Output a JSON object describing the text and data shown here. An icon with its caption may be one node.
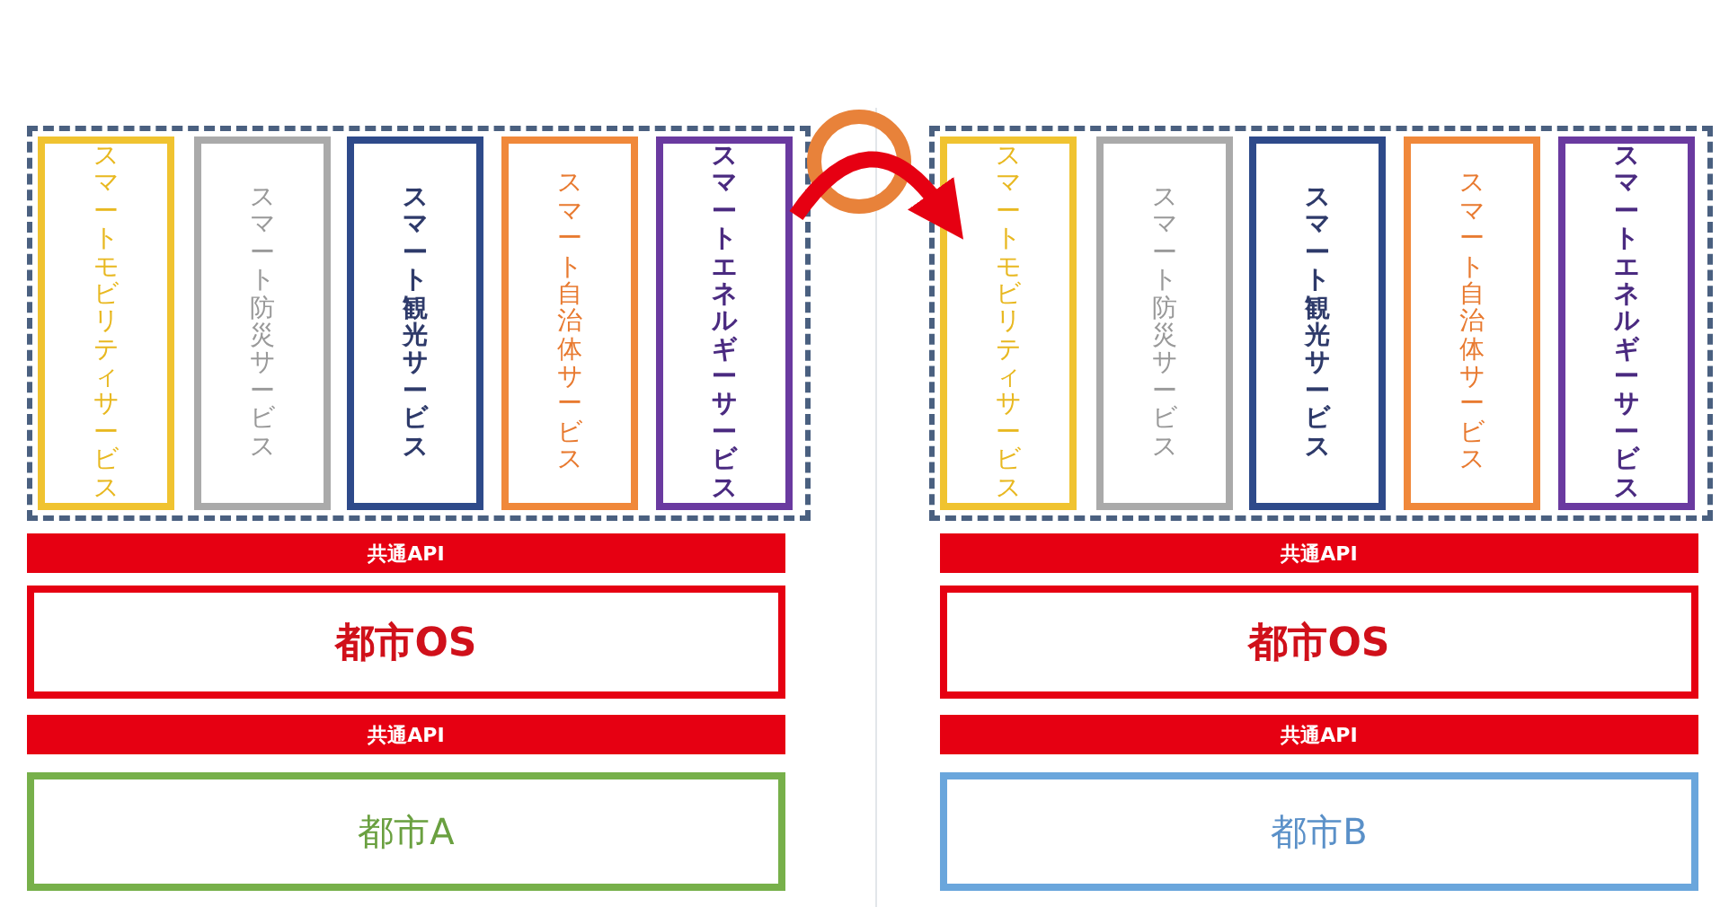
{
  "diagram": {
    "nodes": [
      {
        "text": [],
        "shape": "box"
      },
      {
        "text": [
          "スマートモビリティサービス"
        ],
        "in": 0
      },
      {
        "text": [
          "スマート防災サービス"
        ],
        "in": 0
      },
      {
        "text": [
          "スマート観光サービス"
        ],
        "in": 0
      },
      {
        "text": [
          "スマート自治体サービス"
        ],
        "in": 0
      },
      {
        "text": [
          "スマートエネルギーサービス"
        ],
        "in": 0
      },
      {
        "text": [
          "共通API"
        ]
      },
      {
        "text": [
          "都市OS"
        ]
      },
      {
        "text": [
          "共通API"
        ]
      },
      {
        "text": [
          "都市A"
        ]
      },
      {
        "text": [],
        "shape": "box"
      },
      {
        "text": [
          "スマートモビリティサービス"
        ],
        "in": 10
      },
      {
        "text": [
          "スマート防災サービス"
        ],
        "in": 10
      },
      {
        "text": [
          "スマート観光サービス"
        ],
        "in": 10
      },
      {
        "text": [
          "スマート自治体サービス"
        ],
        "in": 10
      },
      {
        "text": [
          "スマートエネルギーサービス"
        ],
        "in": 10
      },
      {
        "text": [
          "共通API"
        ]
      },
      {
        "text": [
          "都市OS"
        ]
      },
      {
        "text": [
          "共通API"
        ]
      },
      {
        "text": [
          "都市B"
        ]
      }
    ],
    "edges": [
      {
        "from": 0,
        "to": 10,
        "arrow": "to"
      }
    ]
  }
}
